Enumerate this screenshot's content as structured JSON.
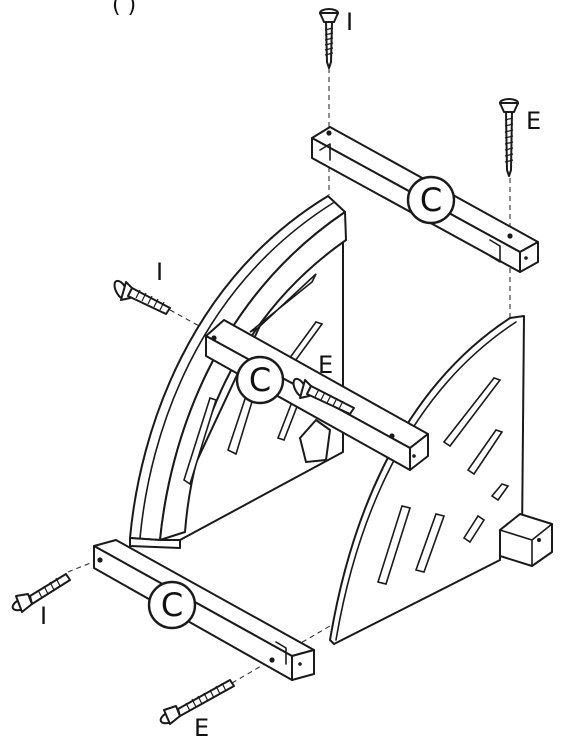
{
  "header_fragment": "(           )",
  "parts": {
    "crossbar_label": "C",
    "inner_screw_label": "I",
    "end_screw_label": "E"
  },
  "colors": {
    "line": "#1a1a1a",
    "background": "#ffffff"
  }
}
